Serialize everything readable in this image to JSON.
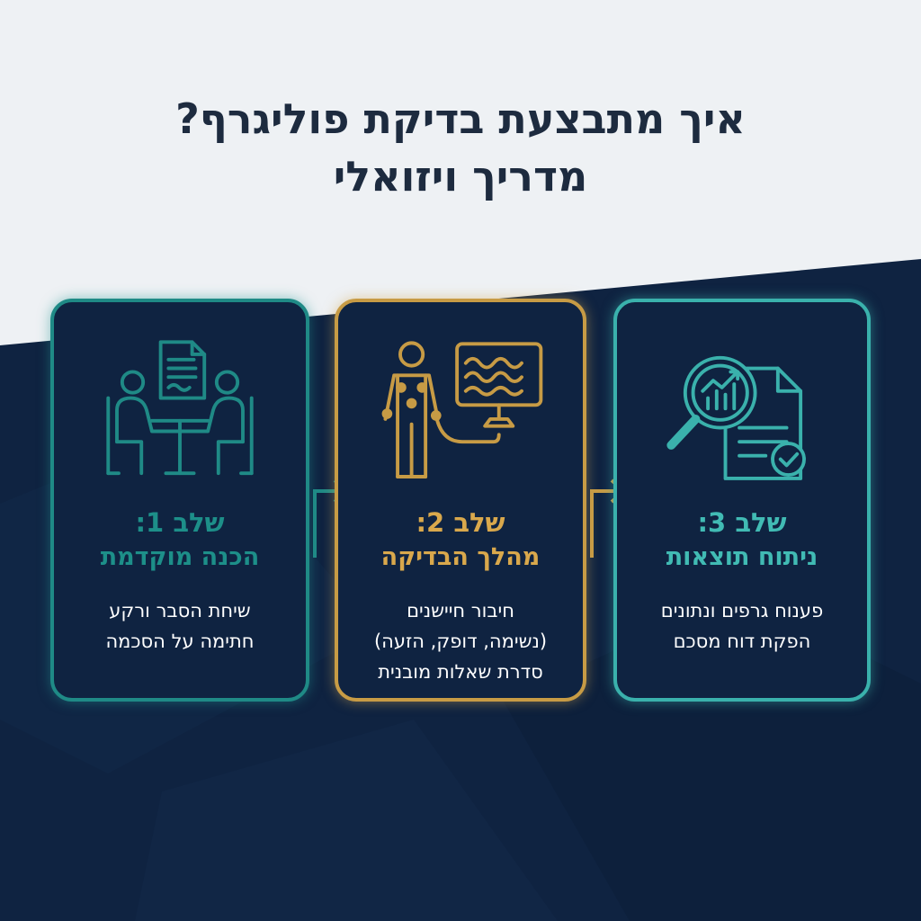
{
  "title": {
    "line1": "איך מתבצעת בדיקת פוליגרף?",
    "line2": "מדריך ויזואלי"
  },
  "colors": {
    "background_light": "#eef1f4",
    "background_dark": "#0f2341",
    "title": "#1d2b3f",
    "step1_accent": "#1f8a86",
    "step2_accent": "#c79b45",
    "step3_accent": "#3ab1ac"
  },
  "steps": [
    {
      "number": "שלב 1:",
      "name": "הכנה מוקדמת",
      "icon": "interview-meeting-icon",
      "lines": [
        "שיחת הסבר ורקע",
        "חתימה על הסכמה"
      ]
    },
    {
      "number": "שלב 2:",
      "name": "מהלך הבדיקה",
      "icon": "polygraph-sensors-monitor-icon",
      "lines": [
        "חיבור חיישנים",
        "(נשימה, דופק, הזעה)",
        "סדרת שאלות מובנית"
      ]
    },
    {
      "number": "שלב 3:",
      "name": "ניתוח תוצאות",
      "icon": "analysis-report-icon",
      "lines": [
        "פענוח גרפים ונתונים",
        "הפקת דוח מסכם"
      ]
    }
  ]
}
